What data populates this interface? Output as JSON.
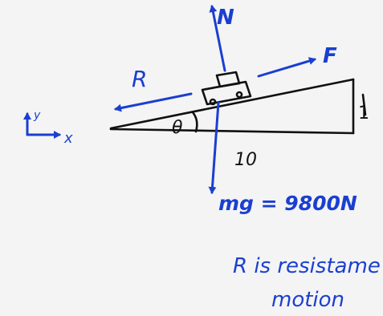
{
  "labels": {
    "normal_force": "N",
    "applied_force": "F",
    "resistance": "R",
    "axis_y": "y",
    "axis_x": "x",
    "angle": "θ",
    "height": "1",
    "base": "10",
    "weight": "mg = 9800N"
  },
  "note": {
    "line1": "R is resistame to",
    "line2": "motion"
  },
  "colors": {
    "blue_ink": "#1a3fd0",
    "black_ink": "#111111",
    "paper": "#f4f4f4"
  }
}
